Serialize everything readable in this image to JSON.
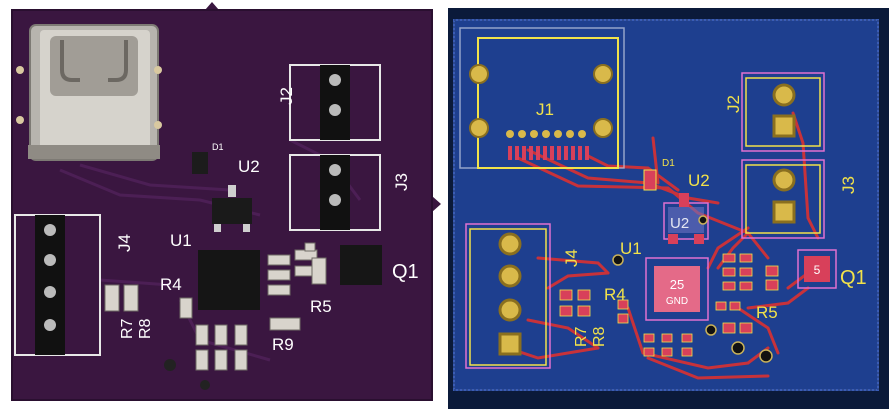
{
  "photo": {
    "ref_j1": "",
    "ref_d1": "D1",
    "ref_u2": "U2",
    "ref_j2": "J2",
    "ref_j3": "J3",
    "ref_u1": "U1",
    "ref_j4": "J4",
    "ref_r4": "R4",
    "ref_r5": "R5",
    "ref_r7": "R7",
    "ref_r8": "R8",
    "ref_r9": "R9",
    "ref_q1": "Q1",
    "board_color": "#3a1640",
    "silk_color": "#ffffff"
  },
  "layout": {
    "ref_j1": "J1",
    "ref_d1": "D1",
    "ref_u2": "U2",
    "ref_u2_inner": "U2",
    "ref_j2": "J2",
    "ref_j3": "J3",
    "ref_u1": "U1",
    "ref_j4": "J4",
    "ref_r4": "R4",
    "ref_r5": "R5",
    "ref_r7": "R7",
    "ref_r8": "R8",
    "ref_q1": "Q1",
    "pad_25": "25",
    "pad_gnd": "GND",
    "pad_5": "5",
    "copper_color": "#1e3f8f",
    "trace_color": "#c8323a",
    "silk_color": "#f2e24a"
  }
}
